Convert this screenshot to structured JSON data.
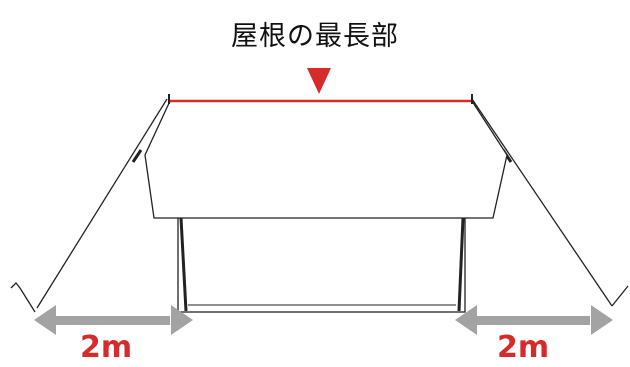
{
  "title": "屋根の最長部",
  "distance_left": "2m",
  "distance_right": "2m",
  "colors": {
    "accent_red": "#d62b2b",
    "arrow_gray": "#a3a3a3",
    "line": "#222222"
  },
  "icons": {
    "marker": "down-triangle",
    "measure": "double-headed-arrow"
  }
}
